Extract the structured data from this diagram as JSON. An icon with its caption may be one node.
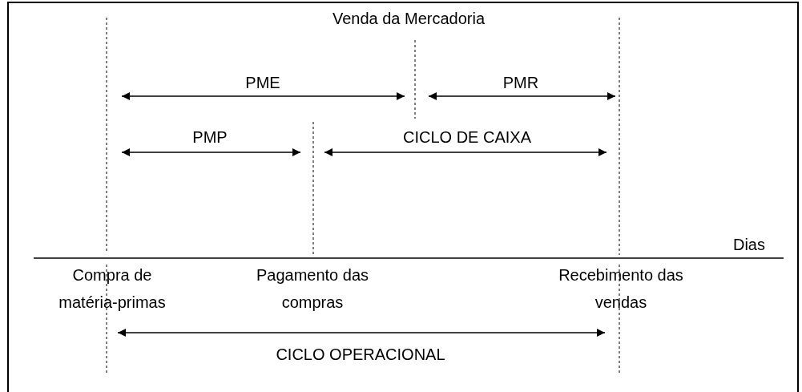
{
  "diagram": {
    "labels": [
      "Venda da Mercadoria",
      "PME",
      "PMR",
      "PMP",
      "CICLO DE CAIXA",
      "Dias",
      "Compra de matéria-primas",
      "Pagamento das compras",
      "Recebimento das vendas",
      "CICLO OPERACIONAL"
    ]
  }
}
